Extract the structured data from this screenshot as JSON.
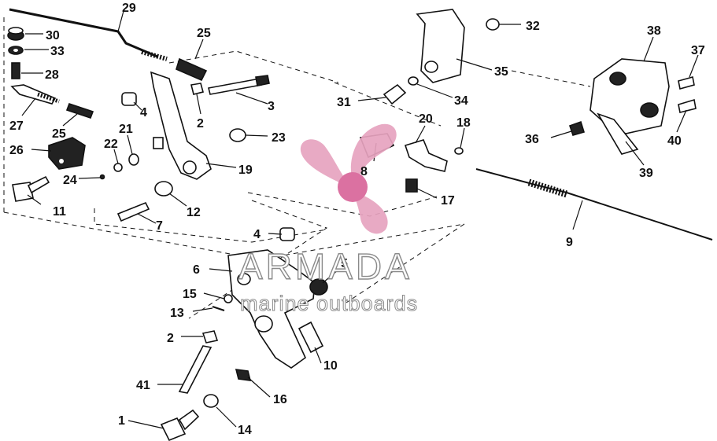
{
  "watermark": {
    "title": "ARMADA",
    "subtitle": "marine outboards",
    "logo_color": "#e7a3bf",
    "logo_center_color": "#d9669a"
  },
  "callouts": [
    {
      "id": "c1",
      "label": "1"
    },
    {
      "id": "c2a",
      "label": "2"
    },
    {
      "id": "c2b",
      "label": "2"
    },
    {
      "id": "c3",
      "label": "3"
    },
    {
      "id": "c4a",
      "label": "4"
    },
    {
      "id": "c4b",
      "label": "4"
    },
    {
      "id": "c5",
      "label": "5"
    },
    {
      "id": "c6",
      "label": "6"
    },
    {
      "id": "c7",
      "label": "7"
    },
    {
      "id": "c8",
      "label": "8"
    },
    {
      "id": "c9",
      "label": "9"
    },
    {
      "id": "c10",
      "label": "10"
    },
    {
      "id": "c11",
      "label": "11"
    },
    {
      "id": "c12",
      "label": "12"
    },
    {
      "id": "c13",
      "label": "13"
    },
    {
      "id": "c14",
      "label": "14"
    },
    {
      "id": "c15",
      "label": "15"
    },
    {
      "id": "c16",
      "label": "16"
    },
    {
      "id": "c17",
      "label": "17"
    },
    {
      "id": "c18",
      "label": "18"
    },
    {
      "id": "c19",
      "label": "19"
    },
    {
      "id": "c20",
      "label": "20"
    },
    {
      "id": "c21",
      "label": "21"
    },
    {
      "id": "c22",
      "label": "22"
    },
    {
      "id": "c23",
      "label": "23"
    },
    {
      "id": "c24",
      "label": "24"
    },
    {
      "id": "c25a",
      "label": "25"
    },
    {
      "id": "c25b",
      "label": "25"
    },
    {
      "id": "c26",
      "label": "26"
    },
    {
      "id": "c27",
      "label": "27"
    },
    {
      "id": "c28",
      "label": "28"
    },
    {
      "id": "c29",
      "label": "29"
    },
    {
      "id": "c30",
      "label": "30"
    },
    {
      "id": "c31",
      "label": "31"
    },
    {
      "id": "c32",
      "label": "32"
    },
    {
      "id": "c33",
      "label": "33"
    },
    {
      "id": "c34",
      "label": "34"
    },
    {
      "id": "c35",
      "label": "35"
    },
    {
      "id": "c36",
      "label": "36"
    },
    {
      "id": "c37",
      "label": "37"
    },
    {
      "id": "c38",
      "label": "38"
    },
    {
      "id": "c39",
      "label": "39"
    },
    {
      "id": "c40",
      "label": "40"
    },
    {
      "id": "c41",
      "label": "41"
    }
  ]
}
